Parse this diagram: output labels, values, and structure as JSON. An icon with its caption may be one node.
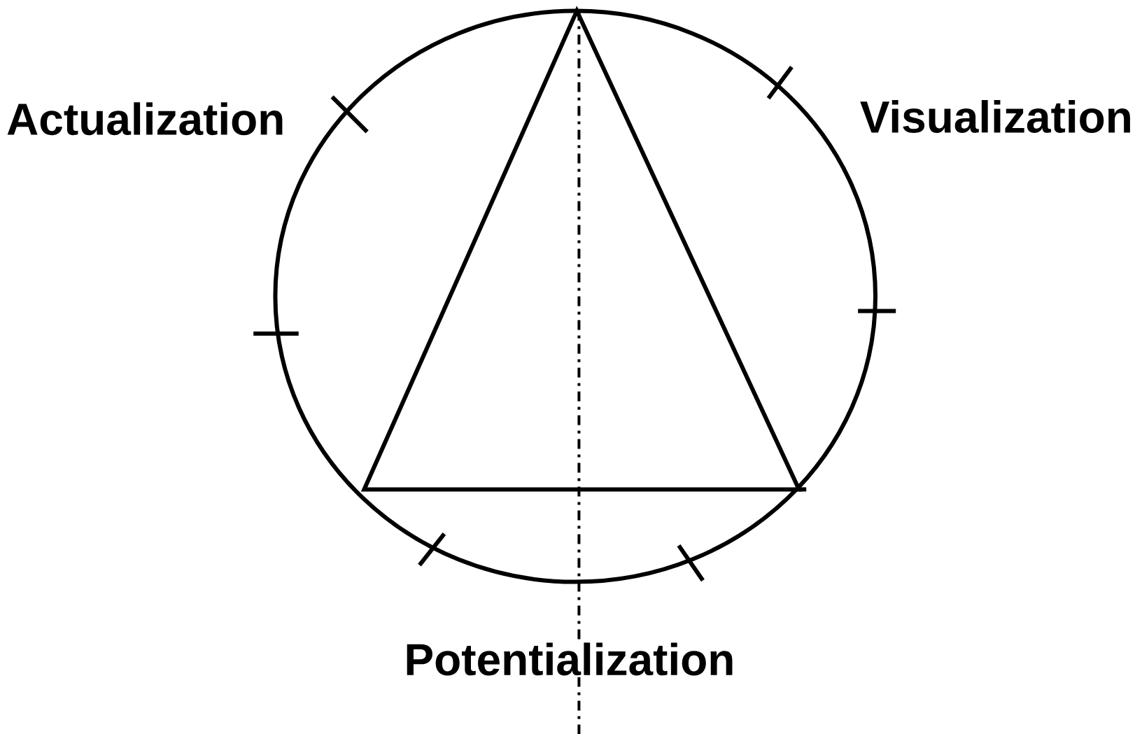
{
  "diagram": {
    "labels": [
      "Actualization",
      "Visualization",
      "Potentialization"
    ]
  }
}
